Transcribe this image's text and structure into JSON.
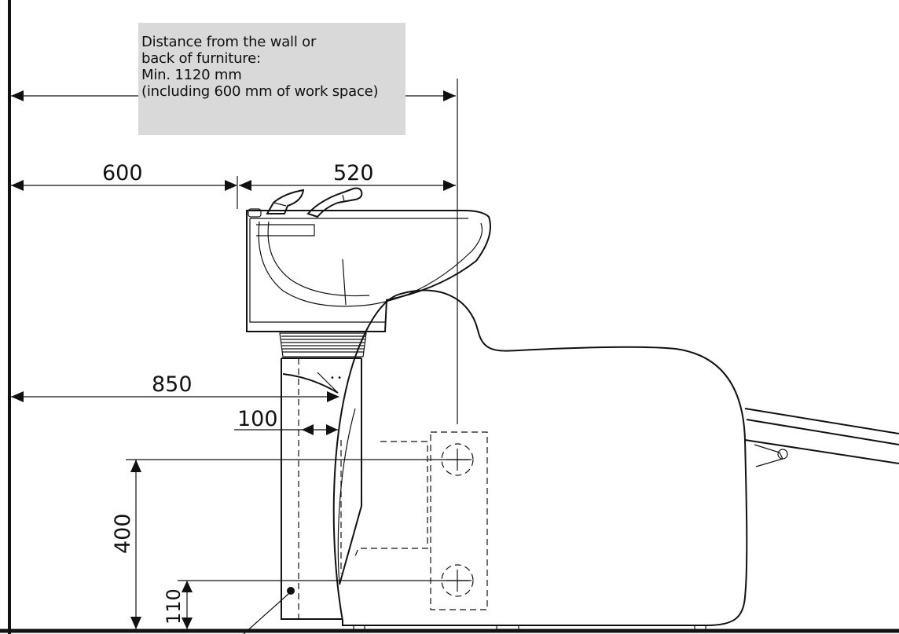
{
  "note": {
    "lines": [
      "Distance from the wall or",
      "back of furniture:",
      "Min. 1120 mm",
      "(including 600 mm of work space)"
    ]
  },
  "dimensions": {
    "d600": "600",
    "d520": "520",
    "d850": "850",
    "d100": "100",
    "d400": "400",
    "d110": "110"
  }
}
